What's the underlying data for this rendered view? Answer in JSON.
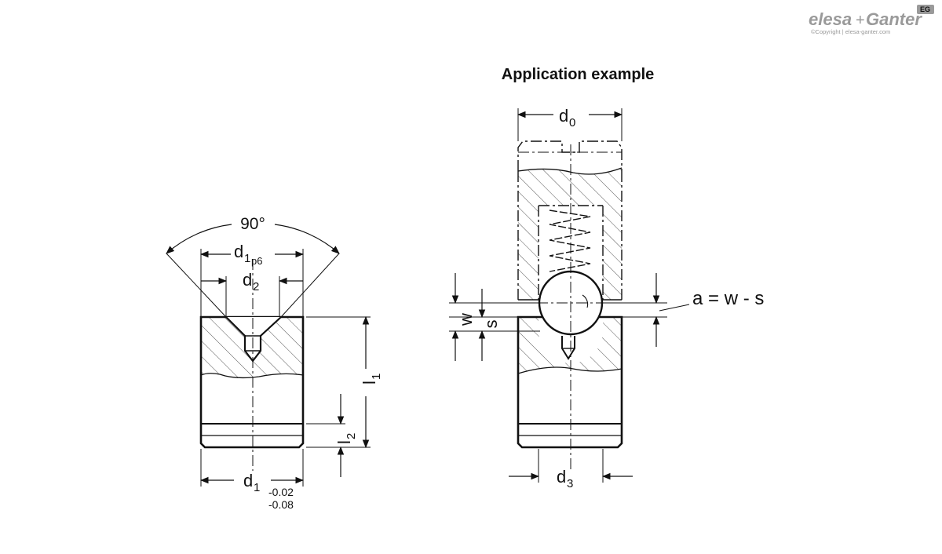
{
  "brand": {
    "logo_text_left": "elesa",
    "logo_plus": "+",
    "logo_text_right": "Ganter",
    "badge": "EG",
    "copyright": "©Copyright | elesa-ganter.com"
  },
  "application": {
    "title": "Application example"
  },
  "labels": {
    "angle": "90°",
    "d1p6_main": "d",
    "d1p6_sub": "1",
    "d1p6_sub2": "p6",
    "d2_main": "d",
    "d2_sub": "2",
    "l1_main": "l",
    "l1_sub": "1",
    "l2_main": "l",
    "l2_sub": "2",
    "d1_main": "d",
    "d1_sub": "1",
    "d1_tol_upper": "-0.02",
    "d1_tol_lower": "-0.08",
    "d0_main": "d",
    "d0_sub": "0",
    "d3_main": "d",
    "d3_sub": "3",
    "w": "w",
    "s": "s",
    "formula": "a = w - s"
  },
  "colors": {
    "line": "#111111",
    "hatch": "#444444",
    "brand_grey": "#9a9a9a"
  }
}
